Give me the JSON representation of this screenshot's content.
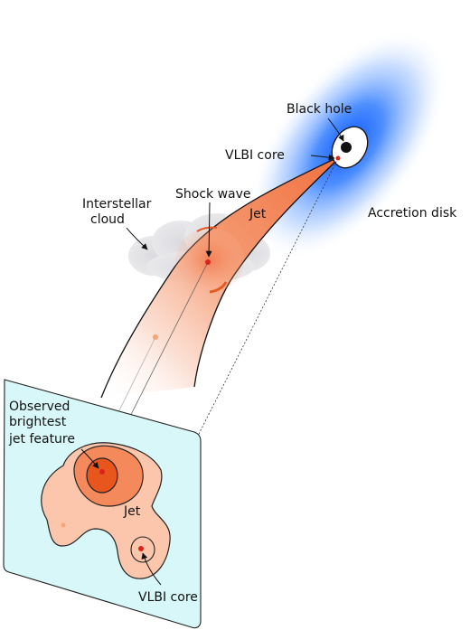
{
  "labels": {
    "black_hole": "Black hole",
    "vlbi_core_top": "VLBI core",
    "accretion_disk": "Accretion disk",
    "shock_wave": "Shock wave",
    "jet_top": "Jet",
    "interstellar_cloud_line1": "Interstellar",
    "interstellar_cloud_line2": "cloud",
    "observed_line1": "Observed",
    "observed_line2": "brightest",
    "observed_line3": "jet feature",
    "jet_bottom": "Jet",
    "vlbi_core_bottom": "VLBI core"
  },
  "colors": {
    "accretion_glow": "#1f6cff",
    "jet_fill": "#f4845c",
    "jet_light": "#fbd3c2",
    "cloud": "#d9d9dd",
    "panel": "#d8f6f8",
    "blob_outer": "#fcc7ad",
    "blob_mid": "#f4895c",
    "blob_inner": "#e8561e",
    "dot_red": "#d9231c",
    "dot_orange": "#f5a57a"
  }
}
